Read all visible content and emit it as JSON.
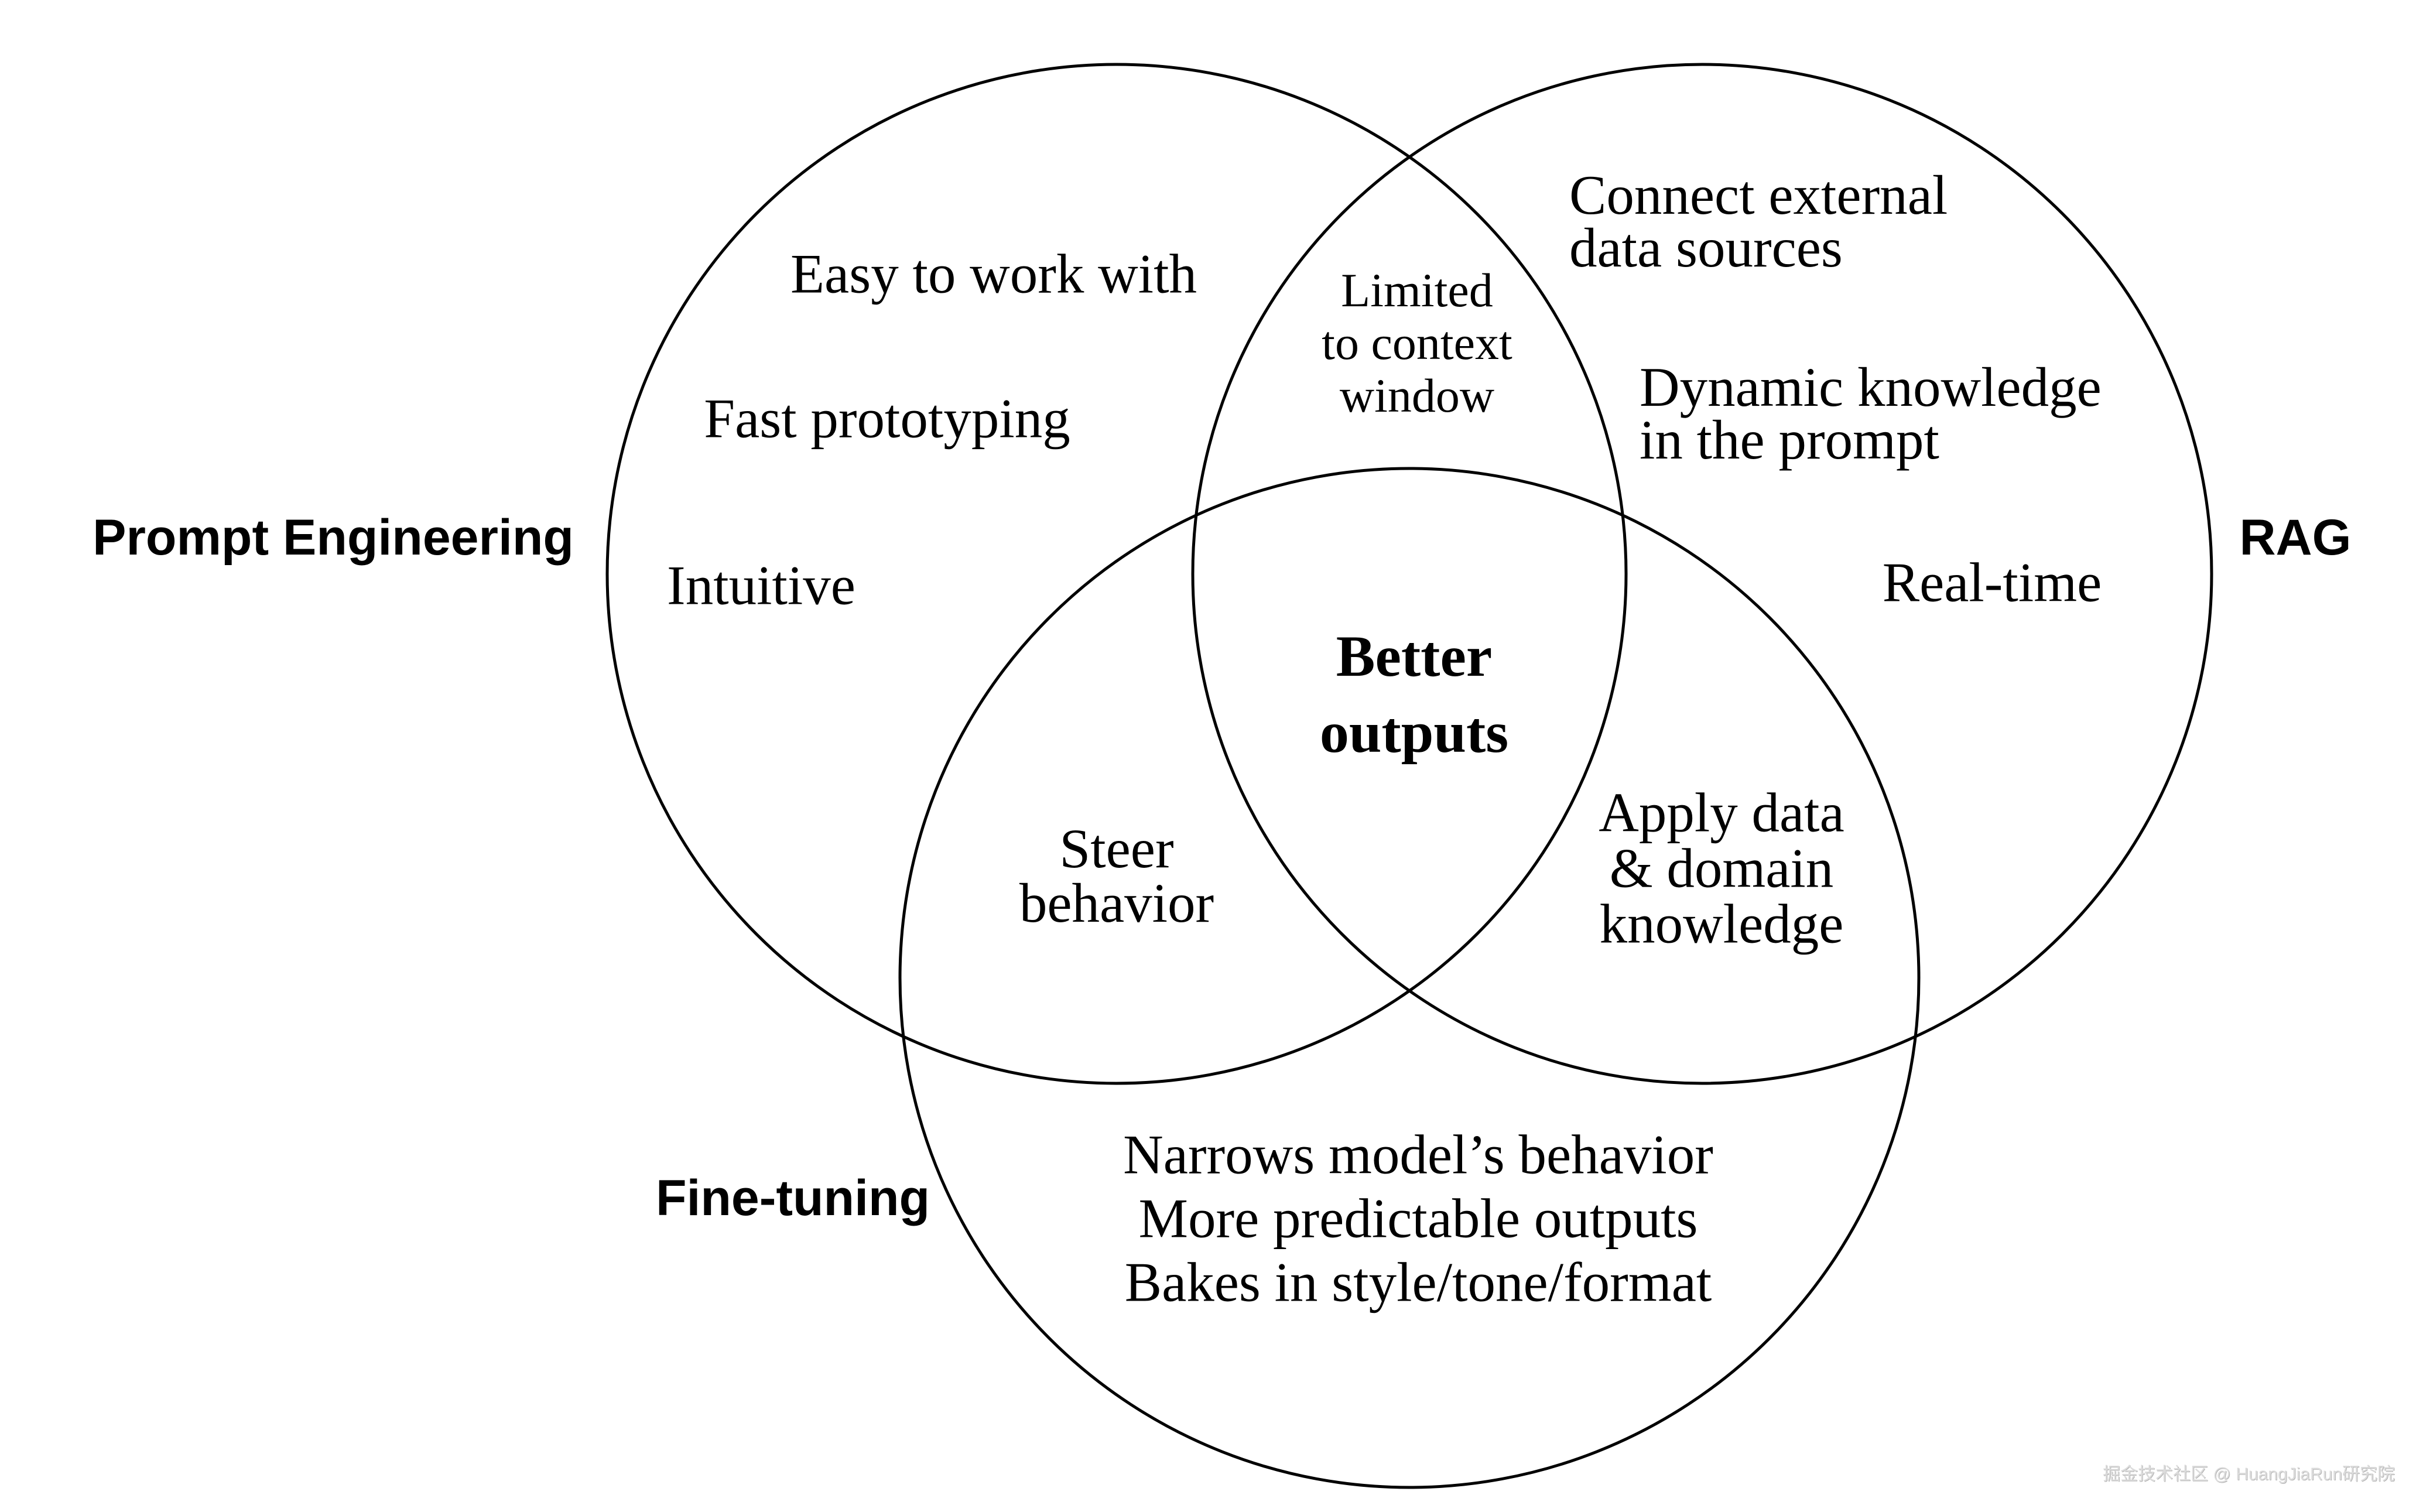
{
  "page": {
    "background": "#ffffff",
    "watermark": "掘金技术社区 @ HuangJiaRun研究院"
  },
  "venn": {
    "stroke_color": "#000000",
    "labels": {
      "prompt_engineering": "Prompt Engineering",
      "rag": "RAG",
      "fine_tuning": "Fine-tuning"
    },
    "regions": {
      "prompt_only": [
        "Easy to work with",
        "Fast prototyping",
        "Intuitive"
      ],
      "rag_only": [
        "Connect external\ndata sources",
        "Dynamic knowledge\nin the prompt",
        "Real-time"
      ],
      "fine_tuning_only": "Narrows model’s behavior\nMore predictable outputs\nBakes in style/tone/format",
      "prompt_and_rag": "Limited\nto context\nwindow",
      "prompt_and_fine_tuning": "Steer\nbehavior",
      "rag_and_fine_tuning": "Apply data\n& domain\nknowledge",
      "all_three": "Better\noutputs"
    }
  }
}
